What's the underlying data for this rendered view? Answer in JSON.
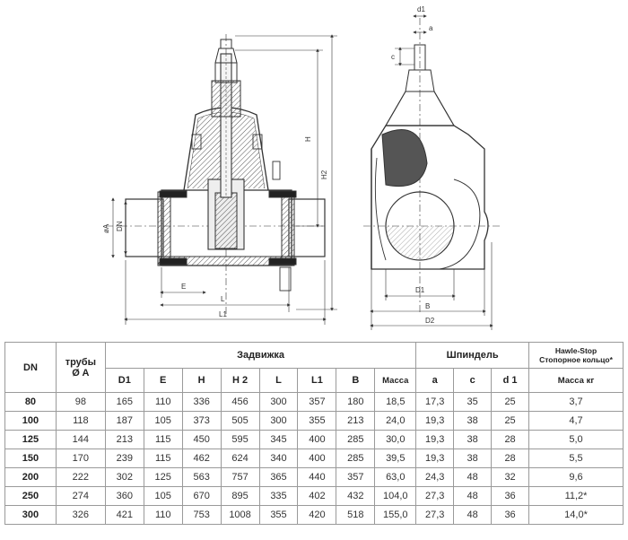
{
  "drawing": {
    "dimension_labels": {
      "d1": "d1",
      "a": "a",
      "c": "c",
      "H": "H",
      "H2": "H2",
      "phiA": "øA",
      "DN": "DN",
      "E": "E",
      "L": "L",
      "L1": "L1",
      "D1": "D1",
      "B": "B",
      "D2": "D2"
    }
  },
  "table": {
    "header": {
      "dn": "DN",
      "pipe_line1": "трубы",
      "pipe_line2": "Ø  A",
      "valve_group": "Задвижка",
      "spindle_group": "Шпиндель",
      "hawle_line1": "Hawle-Stop",
      "hawle_line2": "Стопорное кольцо*",
      "cols": [
        "D1",
        "E",
        "H",
        "H 2",
        "L",
        "L1",
        "B",
        "Масса",
        "a",
        "c",
        "d 1",
        "Масса кг"
      ]
    },
    "rows": [
      {
        "dn": "80",
        "a": "98",
        "d1": "165",
        "e": "110",
        "h": "336",
        "h2": "456",
        "l": "300",
        "l1": "357",
        "b": "180",
        "mass": "18,5",
        "sa": "17,3",
        "sc": "35",
        "sd1": "25",
        "hmass": "3,7"
      },
      {
        "dn": "100",
        "a": "118",
        "d1": "187",
        "e": "105",
        "h": "373",
        "h2": "505",
        "l": "300",
        "l1": "355",
        "b": "213",
        "mass": "24,0",
        "sa": "19,3",
        "sc": "38",
        "sd1": "25",
        "hmass": "4,7"
      },
      {
        "dn": "125",
        "a": "144",
        "d1": "213",
        "e": "115",
        "h": "450",
        "h2": "595",
        "l": "345",
        "l1": "400",
        "b": "285",
        "mass": "30,0",
        "sa": "19,3",
        "sc": "38",
        "sd1": "28",
        "hmass": "5,0"
      },
      {
        "dn": "150",
        "a": "170",
        "d1": "239",
        "e": "115",
        "h": "462",
        "h2": "624",
        "l": "340",
        "l1": "400",
        "b": "285",
        "mass": "39,5",
        "sa": "19,3",
        "sc": "38",
        "sd1": "28",
        "hmass": "5,5"
      },
      {
        "dn": "200",
        "a": "222",
        "d1": "302",
        "e": "125",
        "h": "563",
        "h2": "757",
        "l": "365",
        "l1": "440",
        "b": "357",
        "mass": "63,0",
        "sa": "24,3",
        "sc": "48",
        "sd1": "32",
        "hmass": "9,6"
      },
      {
        "dn": "250",
        "a": "274",
        "d1": "360",
        "e": "105",
        "h": "670",
        "h2": "895",
        "l": "335",
        "l1": "402",
        "b": "432",
        "mass": "104,0",
        "sa": "27,3",
        "sc": "48",
        "sd1": "36",
        "hmass": "11,2*"
      },
      {
        "dn": "300",
        "a": "326",
        "d1": "421",
        "e": "110",
        "h": "753",
        "h2": "1008",
        "l": "355",
        "l1": "420",
        "b": "518",
        "mass": "155,0",
        "sa": "27,3",
        "sc": "48",
        "sd1": "36",
        "hmass": "14,0*"
      }
    ]
  }
}
